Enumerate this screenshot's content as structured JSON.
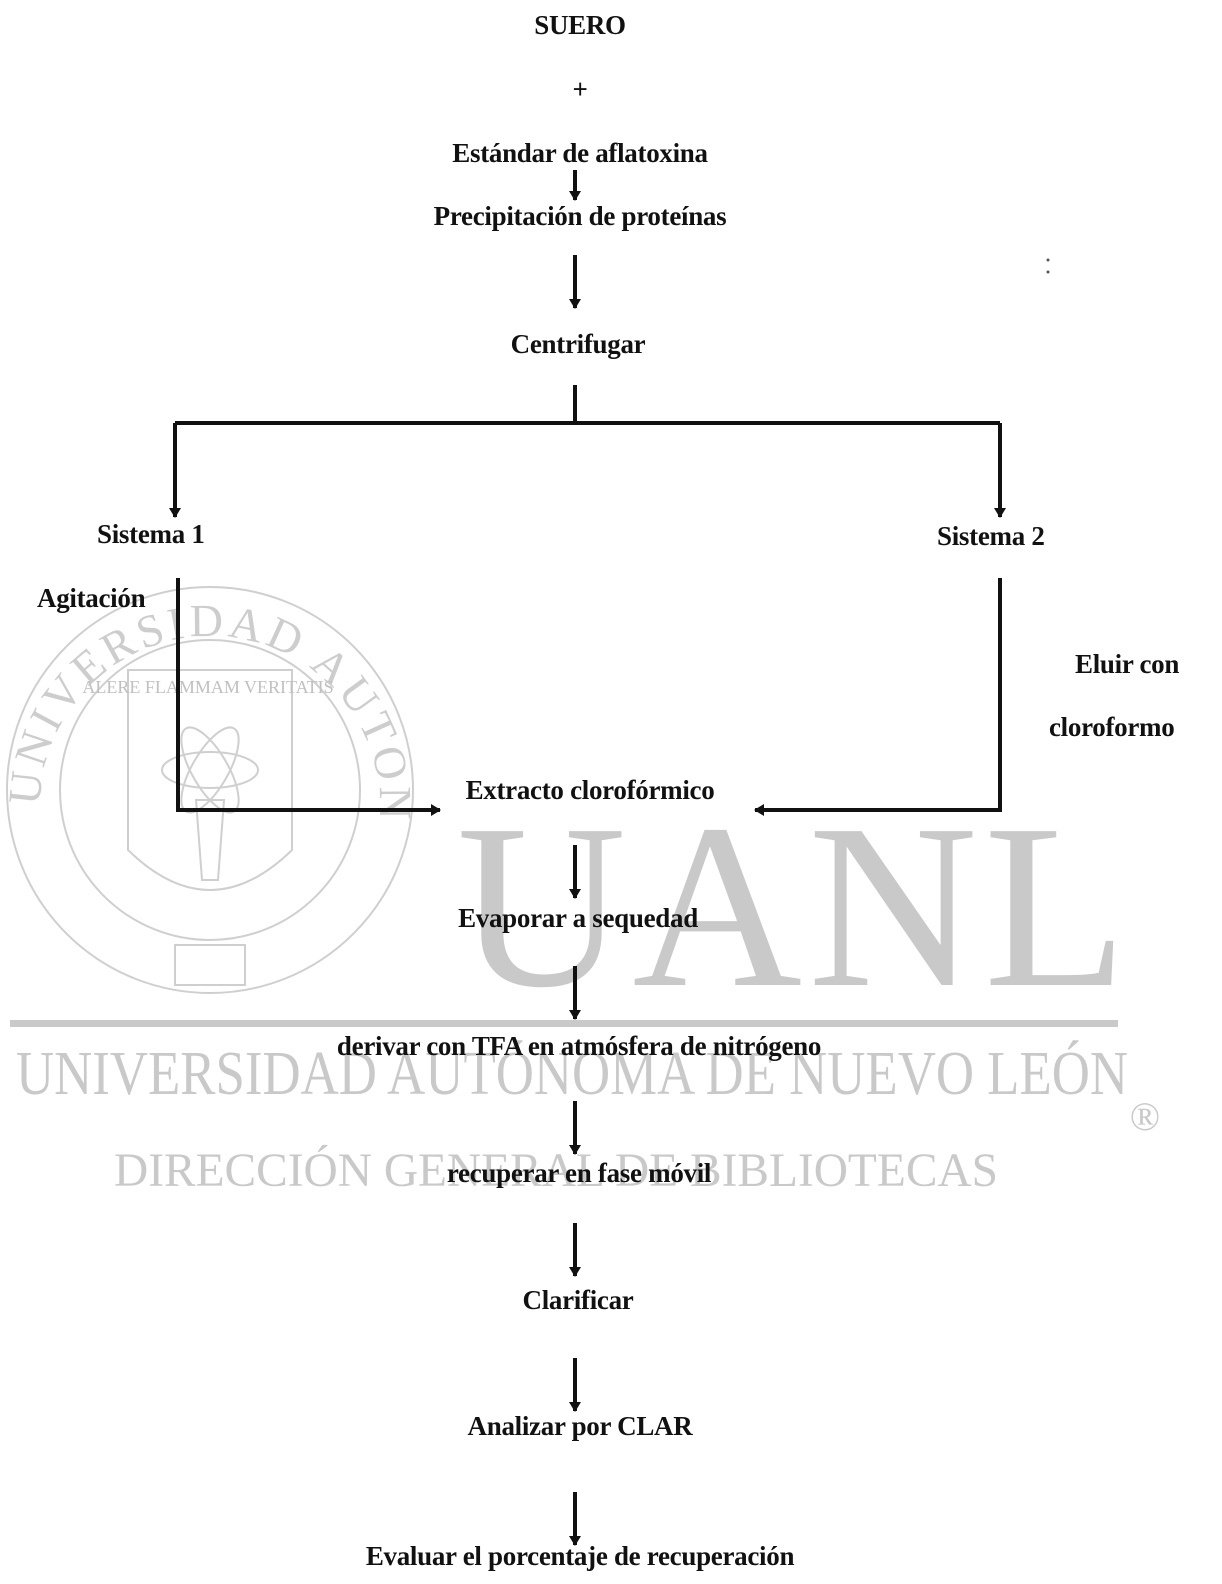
{
  "flow": {
    "start": "SUERO",
    "plus": "+",
    "standard": "Estándar de aflatoxina",
    "precipitation": "Precipitación de  proteínas",
    "centrifuge": "Centrifugar",
    "system1": "Sistema 1",
    "system1_method": "Agitación",
    "system2": "Sistema 2",
    "system2_method_line1": "Eluir con",
    "system2_method_line2": "cloroformo",
    "extract": "Extracto clorofórmico",
    "evaporate": "Evaporar a sequedad",
    "derive": "derivar con TFA en atmósfera de nitrógeno",
    "recover": "recuperar en fase móvil",
    "clarify": "Clarificar",
    "analyze": "Analizar por CLAR",
    "evaluate": "Evaluar el porcentaje de recuperación"
  },
  "watermark": {
    "motto": "ALERE FLAMMAM VERITATIS",
    "seal_text": "UNIVERSIDAD AUTONOMA DE NUEVO LEON",
    "logo": "UANL",
    "university": "UNIVERSIDAD AUTÓNOMA DE NUEVO LEÓN",
    "registered": "®",
    "directorate": "DIRECCIÓN GENERAL DE BIBLIOTECAS",
    "color": "#c8c8c8"
  }
}
